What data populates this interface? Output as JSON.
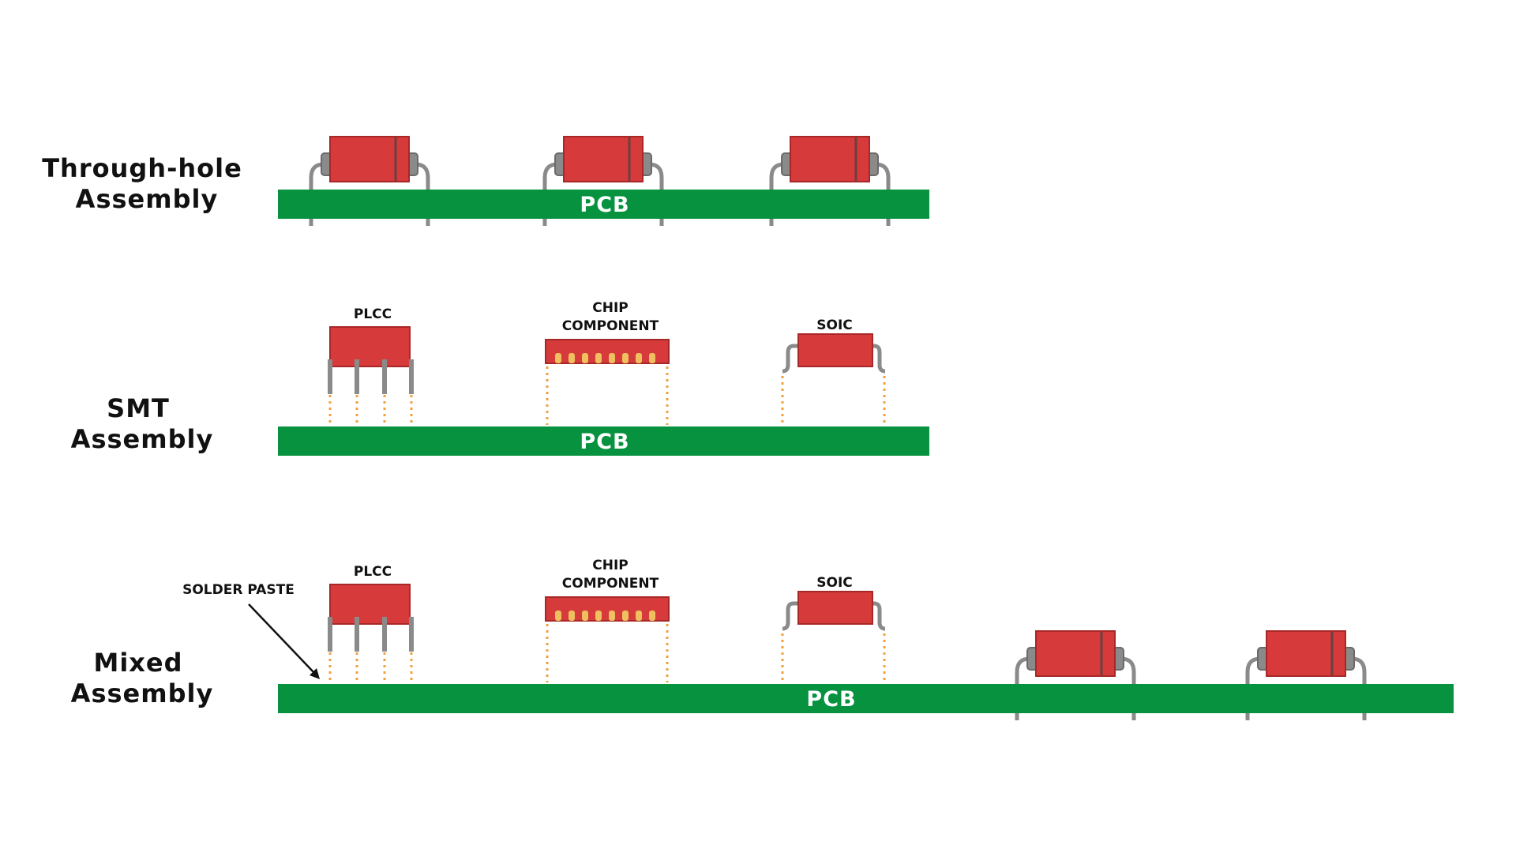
{
  "colors": {
    "pcb": "#06923e",
    "component": "#d63a3a",
    "component_border": "#a82828",
    "lead": "#8a8a8a",
    "pad": "#f0c060",
    "paste": "#f0a040",
    "text": "#111111"
  },
  "rows": [
    {
      "label_line1": "Through-hole",
      "label_line2": "Assembly",
      "pcb_label": "PCB"
    },
    {
      "label_line1": "SMT",
      "label_line2": "Assembly",
      "pcb_label": "PCB",
      "components": {
        "plcc": "PLCC",
        "chip_line1": "CHIP",
        "chip_line2": "COMPONENT",
        "soic": "SOIC"
      }
    },
    {
      "label_line1": "Mixed",
      "label_line2": "Assembly",
      "pcb_label": "PCB",
      "components": {
        "plcc": "PLCC",
        "chip_line1": "CHIP",
        "chip_line2": "COMPONENT",
        "soic": "SOIC"
      },
      "annotation": "SOLDER PASTE"
    }
  ]
}
